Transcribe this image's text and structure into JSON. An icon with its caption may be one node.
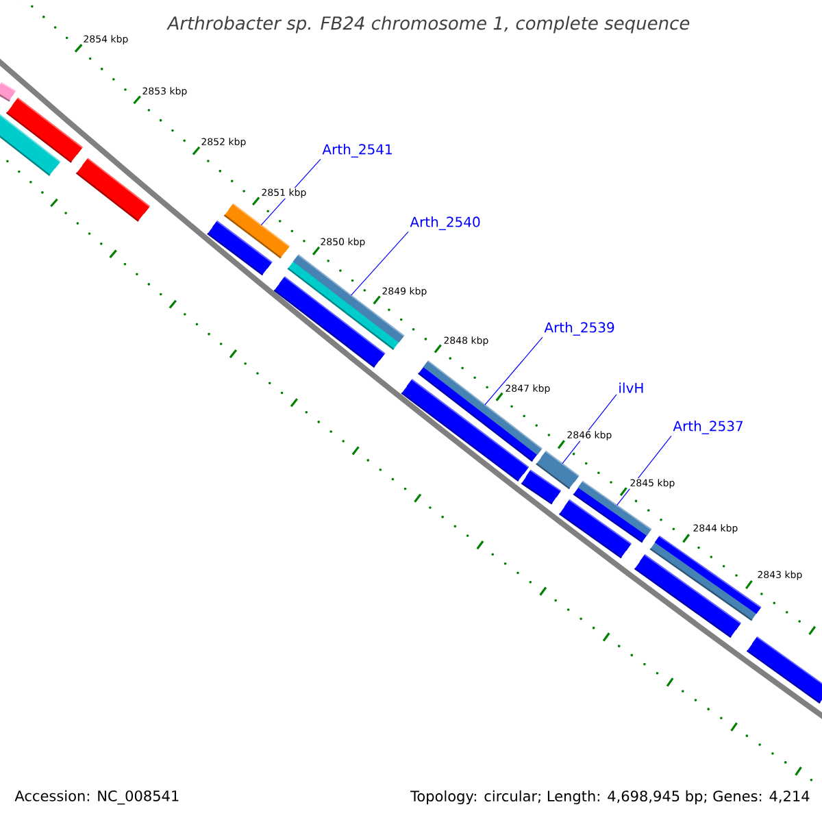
{
  "diagram": {
    "title": "Arthrobacter sp. FB24 chromosome 1, complete sequence",
    "nodes": [
      {
        "text": [],
        "shape": "bar"
      },
      {
        "text": [],
        "shape": "bar"
      },
      {
        "text": [],
        "shape": "bar"
      },
      {
        "text": [],
        "shape": "bar"
      },
      {
        "text": [
          "Arth_2541"
        ]
      },
      {
        "text": [],
        "shape": "bar"
      },
      {
        "text": [],
        "shape": "bar"
      },
      {
        "text": [
          "Arth_2540"
        ]
      },
      {
        "text": [],
        "shape": "bar"
      },
      {
        "text": [],
        "shape": "bar"
      },
      {
        "text": [
          "Arth_2539"
        ]
      },
      {
        "text": [],
        "shape": "bar"
      },
      {
        "text": [],
        "shape": "bar"
      },
      {
        "text": [
          "ilvH"
        ]
      },
      {
        "text": [],
        "shape": "bar"
      },
      {
        "text": [],
        "shape": "bar"
      },
      {
        "text": [
          "Arth_2537"
        ]
      },
      {
        "text": [],
        "shape": "bar"
      },
      {
        "text": [],
        "shape": "bar"
      },
      {
        "text": [],
        "shape": "bar"
      },
      {
        "text": [],
        "shape": "bar"
      },
      {
        "text": [],
        "shape": "bar"
      }
    ],
    "edges": [
      {
        "from": 4,
        "to": 5,
        "arrow": "none"
      },
      {
        "from": 7,
        "to": 8,
        "arrow": "none"
      },
      {
        "from": 10,
        "to": 11,
        "arrow": "none"
      },
      {
        "from": 13,
        "to": 14,
        "arrow": "none"
      },
      {
        "from": 16,
        "to": 17,
        "arrow": "none"
      }
    ],
    "labels": [
      "2854 kbp",
      "2853 kbp",
      "2852 kbp",
      "2851 kbp",
      "2850 kbp",
      "2849 kbp",
      "2848 kbp",
      "2847 kbp",
      "2846 kbp",
      "2845 kbp",
      "2844 kbp",
      "2843 kbp",
      "Accession: NC_008541",
      "Topology: circular; Length: 4,698,945 bp; Genes: 4,214"
    ]
  }
}
